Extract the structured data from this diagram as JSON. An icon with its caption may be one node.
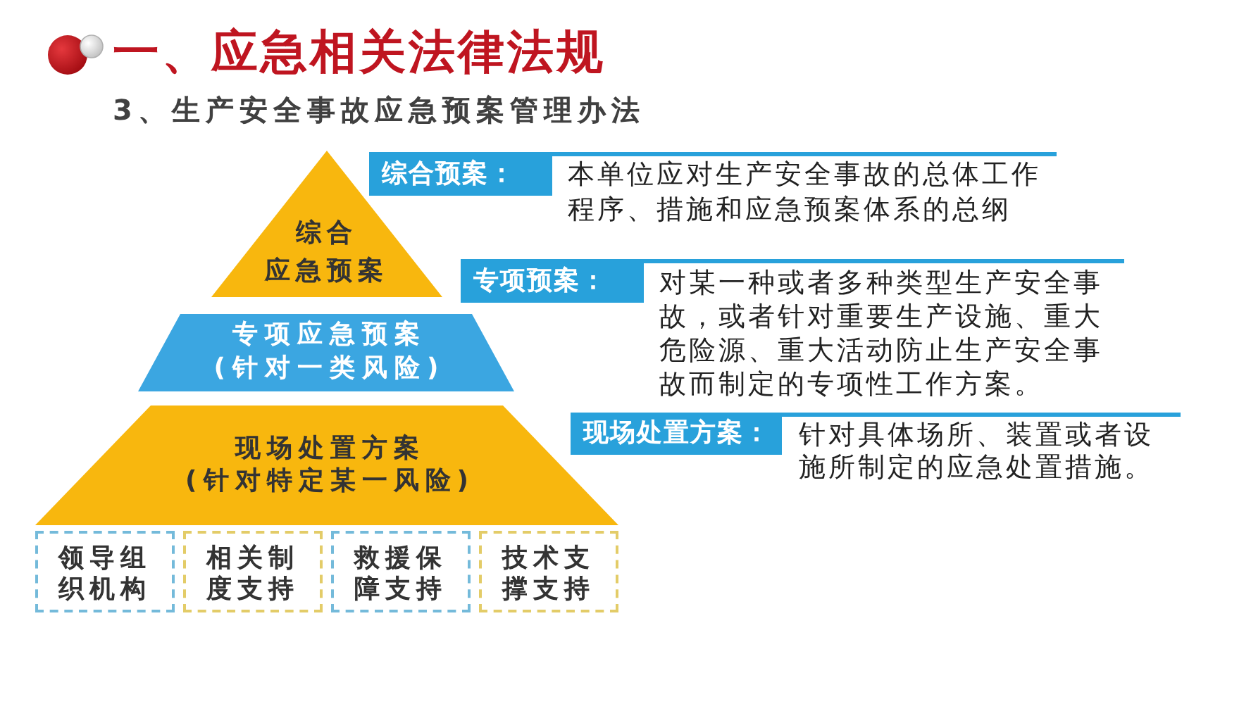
{
  "diagram": {
    "title": "一、应急相关法律法规",
    "nodes": [
      {
        "text": [
          "综合应急预案"
        ]
      },
      {
        "text": [
          "综合预案："
        ],
        "beside": [
          "本单位应对生产安全事故的总体工作程序、措施和应急预案体系的总纲"
        ]
      },
      {
        "text": [
          "专项应急预案",
          "(针对一类风险)"
        ]
      },
      {
        "text": [
          "专项预案："
        ],
        "beside": [
          "对某一种或者多种类型生产安全事故，或者针对重要生产设施、重大危险源、重大活动防止生产安全事故而制定的专项性工作方案。"
        ]
      },
      {
        "text": [
          "现场处置方案",
          "(针对特定某一风险)"
        ]
      },
      {
        "text": [
          "现场处置方案："
        ],
        "beside": [
          "针对具体场所、装置或者设施所制定的应急处置措施。"
        ]
      },
      {
        "text": [
          "领导组织机构"
        ]
      },
      {
        "text": [
          "相关制度支持"
        ]
      },
      {
        "text": [
          "救援保障支持"
        ]
      },
      {
        "text": [
          "技术支撑支持"
        ]
      }
    ],
    "labels": [
      "3、生产安全事故应急预案管理办法"
    ]
  }
}
